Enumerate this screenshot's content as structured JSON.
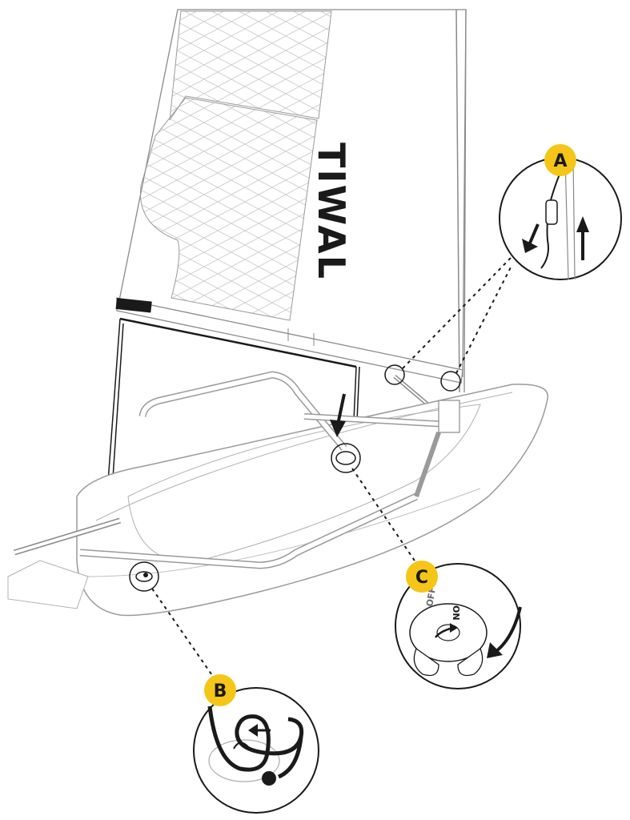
{
  "brand": {
    "name": "TIWAL"
  },
  "callouts": [
    {
      "id": "a",
      "label": "A"
    },
    {
      "id": "b",
      "label": "B"
    },
    {
      "id": "c",
      "label": "C"
    }
  ],
  "knob": {
    "on_label": "ON",
    "off_label": "OFF"
  },
  "colors": {
    "badge_fill": "#f5c518",
    "line": "#1a1a1a",
    "hull_stroke": "#9a9a9a",
    "sail_mesh": "#c8c8c8",
    "background": "#ffffff"
  },
  "icons": {
    "arrow_down": "arrow-down-icon",
    "arrow_up": "arrow-up-icon",
    "arrow_curved": "curved-arrow-icon",
    "arrow_left": "arrow-left-icon"
  }
}
